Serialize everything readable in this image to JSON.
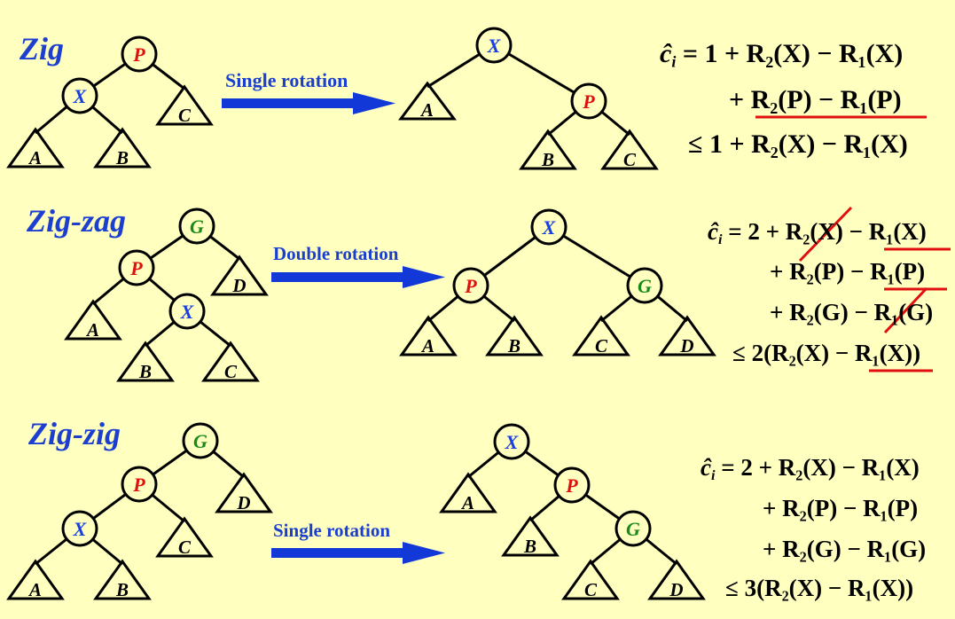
{
  "sections": {
    "zig": {
      "title": "Zig",
      "arrow_label": "Single rotation",
      "before": {
        "root": "P",
        "child": "X",
        "subtrees": [
          "A",
          "B",
          "C"
        ]
      },
      "after": {
        "root": "X",
        "child": "P",
        "subtrees": [
          "A",
          "B",
          "C"
        ]
      },
      "equation": [
        {
          "lead": "ĉ",
          "lead_sub": "i",
          "rel": "=",
          "text": "1 + R₂(X) − R₁(X)"
        },
        {
          "rel": "",
          "text": "+ R₂(P) − R₁(P)"
        },
        {
          "rel": "≤",
          "text": "1 + R₂(X) − R₁(X)"
        }
      ]
    },
    "zigzag": {
      "title": "Zig-zag",
      "arrow_label": "Double rotation",
      "before": {
        "root": "G",
        "middle": "P",
        "leaf": "X",
        "subtrees": [
          "A",
          "B",
          "C",
          "D"
        ]
      },
      "after": {
        "root": "X",
        "left": "P",
        "right": "G",
        "subtrees": [
          "A",
          "B",
          "C",
          "D"
        ]
      },
      "equation": [
        {
          "lead": "ĉ",
          "lead_sub": "i",
          "rel": "=",
          "text": "2 + R₂(X) − R₁(X)"
        },
        {
          "rel": "",
          "text": "+ R₂(P) − R₁(P)"
        },
        {
          "rel": "",
          "text": "+ R₂(G) − R₁(G)"
        },
        {
          "rel": "≤",
          "text": "2(R₂(X) − R₁(X))"
        }
      ]
    },
    "zigzig": {
      "title": "Zig-zig",
      "arrow_label": "Single rotation",
      "before": {
        "root": "G",
        "middle": "P",
        "leaf": "X",
        "subtrees": [
          "A",
          "B",
          "C",
          "D"
        ]
      },
      "after": {
        "root": "X",
        "middle": "P",
        "leaf": "G",
        "subtrees": [
          "A",
          "B",
          "C",
          "D"
        ]
      },
      "equation": [
        {
          "lead": "ĉ",
          "lead_sub": "i",
          "rel": "=",
          "text": "2 + R₂(X) − R₁(X)"
        },
        {
          "rel": "",
          "text": "+ R₂(P) − R₁(P)"
        },
        {
          "rel": "",
          "text": "+ R₂(G) − R₁(G)"
        },
        {
          "rel": "≤",
          "text": "3(R₂(X) − R₁(X))"
        }
      ]
    }
  },
  "colors": {
    "title": "#1c3fd0",
    "X": "#1a3fe0",
    "P": "#e01010",
    "G": "#1a8a1a",
    "arrow": "#1238d8",
    "strike": "#e01010",
    "background": "#ffffc0"
  }
}
